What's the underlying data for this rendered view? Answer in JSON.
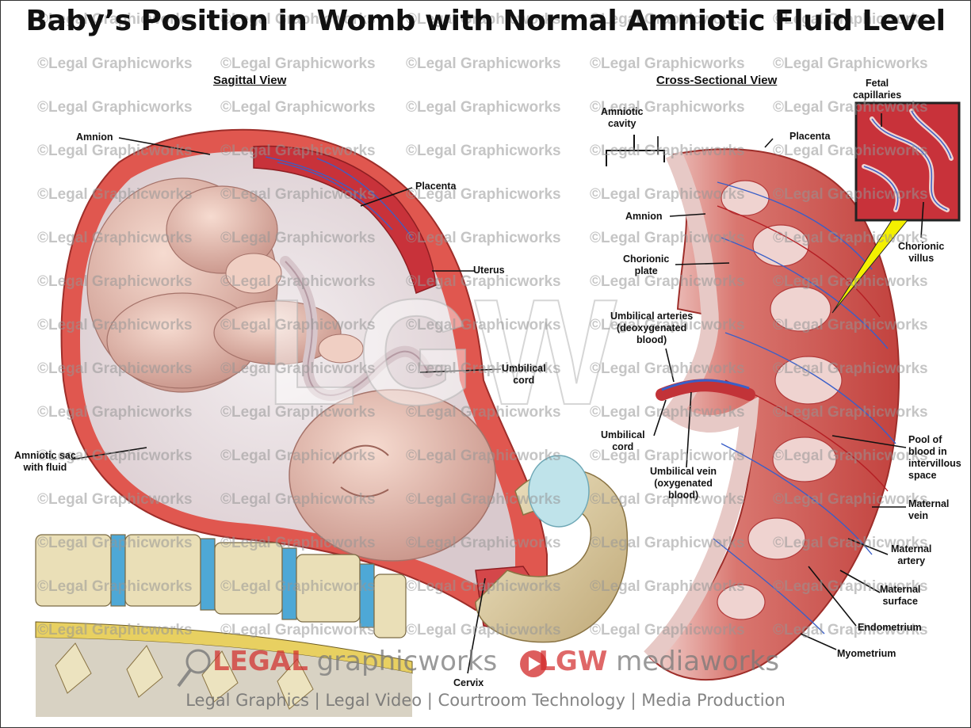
{
  "title": "Baby’s Position in Womb with Normal Amniotic Fluid Level",
  "views": {
    "sagittal": "Sagittal View",
    "cross": "Cross-Sectional View"
  },
  "labels": {
    "amnion_sag": "Amnion",
    "placenta_sag": "Placenta",
    "uterus": "Uterus",
    "umbilical_cord_sag": "Umbilical\ncord",
    "amniotic_sac": "Amniotic sac\nwith fluid",
    "cervix": "Cervix",
    "amniotic_cavity": "Amniotic\ncavity",
    "placenta_cross": "Placenta",
    "amnion_cross": "Amnion",
    "chorionic_plate": "Chorionic\nplate",
    "umbilical_arteries": "Umbilical arteries\n(deoxygenated\nblood)",
    "umbilical_cord_cross": "Umbilical\ncord",
    "umbilical_vein": "Umbilical vein\n(oxygenated\nblood)",
    "fetal_capillaries": "Fetal\ncapillaries",
    "chorionic_villus": "Chorionic\nvillus",
    "pool_of_blood": "Pool of\nblood in\nintervillous\nspace",
    "maternal_vein": "Maternal\nvein",
    "maternal_artery": "Maternal\nartery",
    "maternal_surface": "Maternal\nsurface",
    "endometrium": "Endometrium",
    "myometrium": "Myometrium"
  },
  "watermark": "©Legal Graphicworks",
  "brand": {
    "legal": "LEGAL",
    "graphicworks": " graphicworks",
    "lgw": "LGW",
    "mediaworks": " mediaworks"
  },
  "center_mark": "LGW",
  "tagline": "Legal Graphics | Legal Video | Courtroom Technology | Media Production",
  "colors": {
    "uterus_wall": "#e0574f",
    "placenta": "#c8323a",
    "fluid": "#ece4e6",
    "skin": "#e7bfb2",
    "bone": "#e8dcb4",
    "disc": "#4ea8d6",
    "vessel_blue": "#3a5fc8"
  }
}
